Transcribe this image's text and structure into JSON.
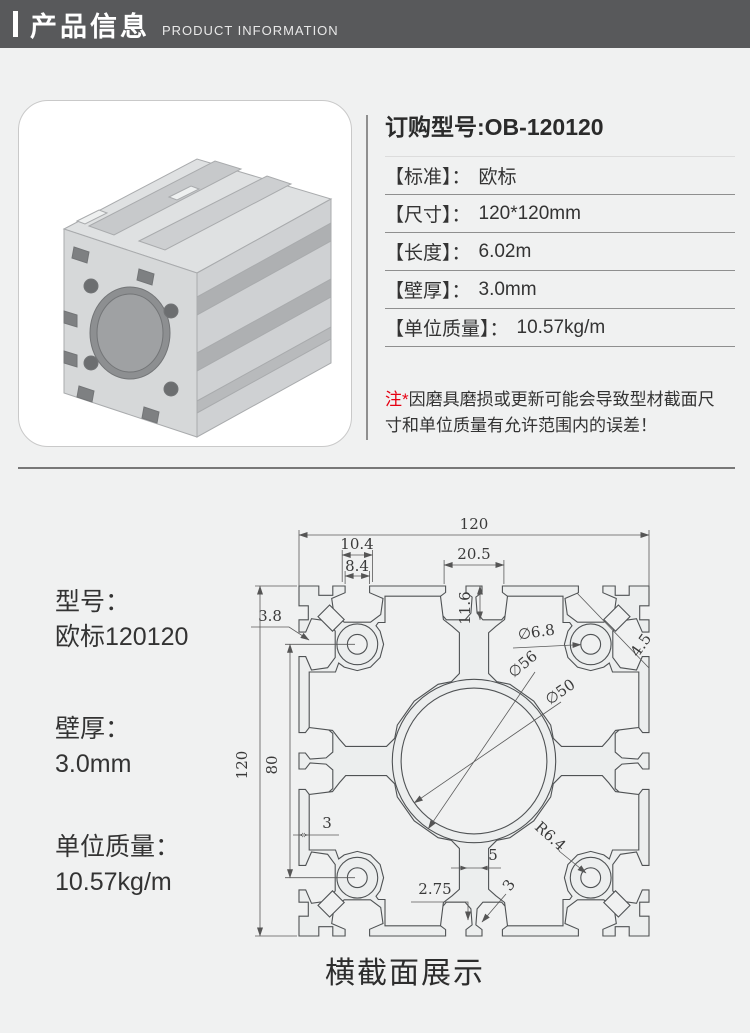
{
  "header": {
    "title": "产品信息",
    "subtitle": "PRODUCT INFORMATION"
  },
  "product": {
    "order_title": "订购型号:OB-120120",
    "specs": [
      {
        "label": "【标准】：",
        "value": "欧标"
      },
      {
        "label": "【尺寸】：",
        "value": "120*120mm"
      },
      {
        "label": "【长度】：",
        "value": "6.02m"
      },
      {
        "label": "【壁厚】：",
        "value": "3.0mm"
      },
      {
        "label": "【单位质量】：",
        "value": "10.57kg/m"
      }
    ],
    "note_prefix": "注*",
    "note_text": "因磨具磨损或更新可能会导致型材截面尺寸和单位质量有允许范围内的误差！"
  },
  "drawing": {
    "model_label": "型号：",
    "model_value": "欧标120120",
    "wall_label": "壁厚：",
    "wall_value": "3.0mm",
    "weight_label": "单位质量：",
    "weight_value": "10.57kg/m",
    "caption": "横截面展示",
    "dims": {
      "width_top": "120",
      "slot_outer": "10.4",
      "slot_mouth": "8.4",
      "center_span": "20.5",
      "slot_depth": "11.6",
      "notch": "3.8",
      "hole_dia": "∅6.8",
      "corner": "4.5",
      "bore_outer": "∅56",
      "bore_inner": "∅50",
      "height": "120",
      "hole_span": "80",
      "wall": "3",
      "rib": "5",
      "lip": "2.75",
      "wall_b": "3",
      "fillet": "R6.4"
    }
  },
  "colors": {
    "header_bg": "#58595b",
    "accent_red": "#e60012"
  }
}
